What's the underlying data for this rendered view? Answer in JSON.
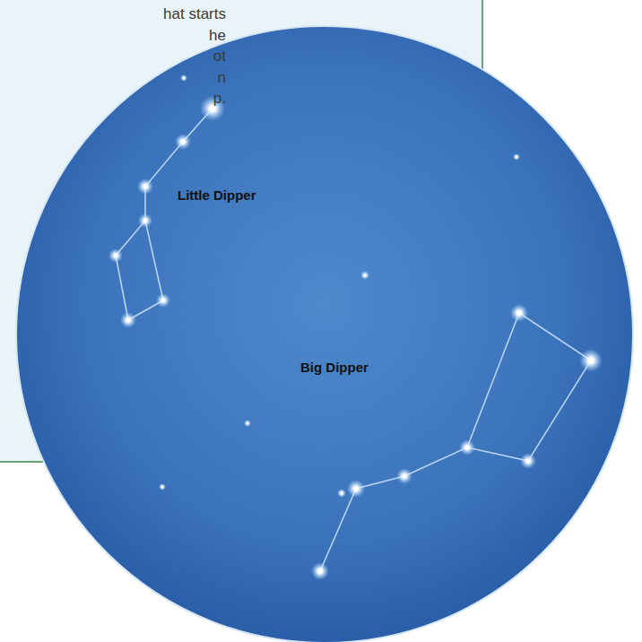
{
  "diagram": {
    "labels": [
      "hat starts",
      "he",
      "ot",
      "n",
      "p.",
      "Little Dipper",
      "Big Dipper"
    ]
  }
}
